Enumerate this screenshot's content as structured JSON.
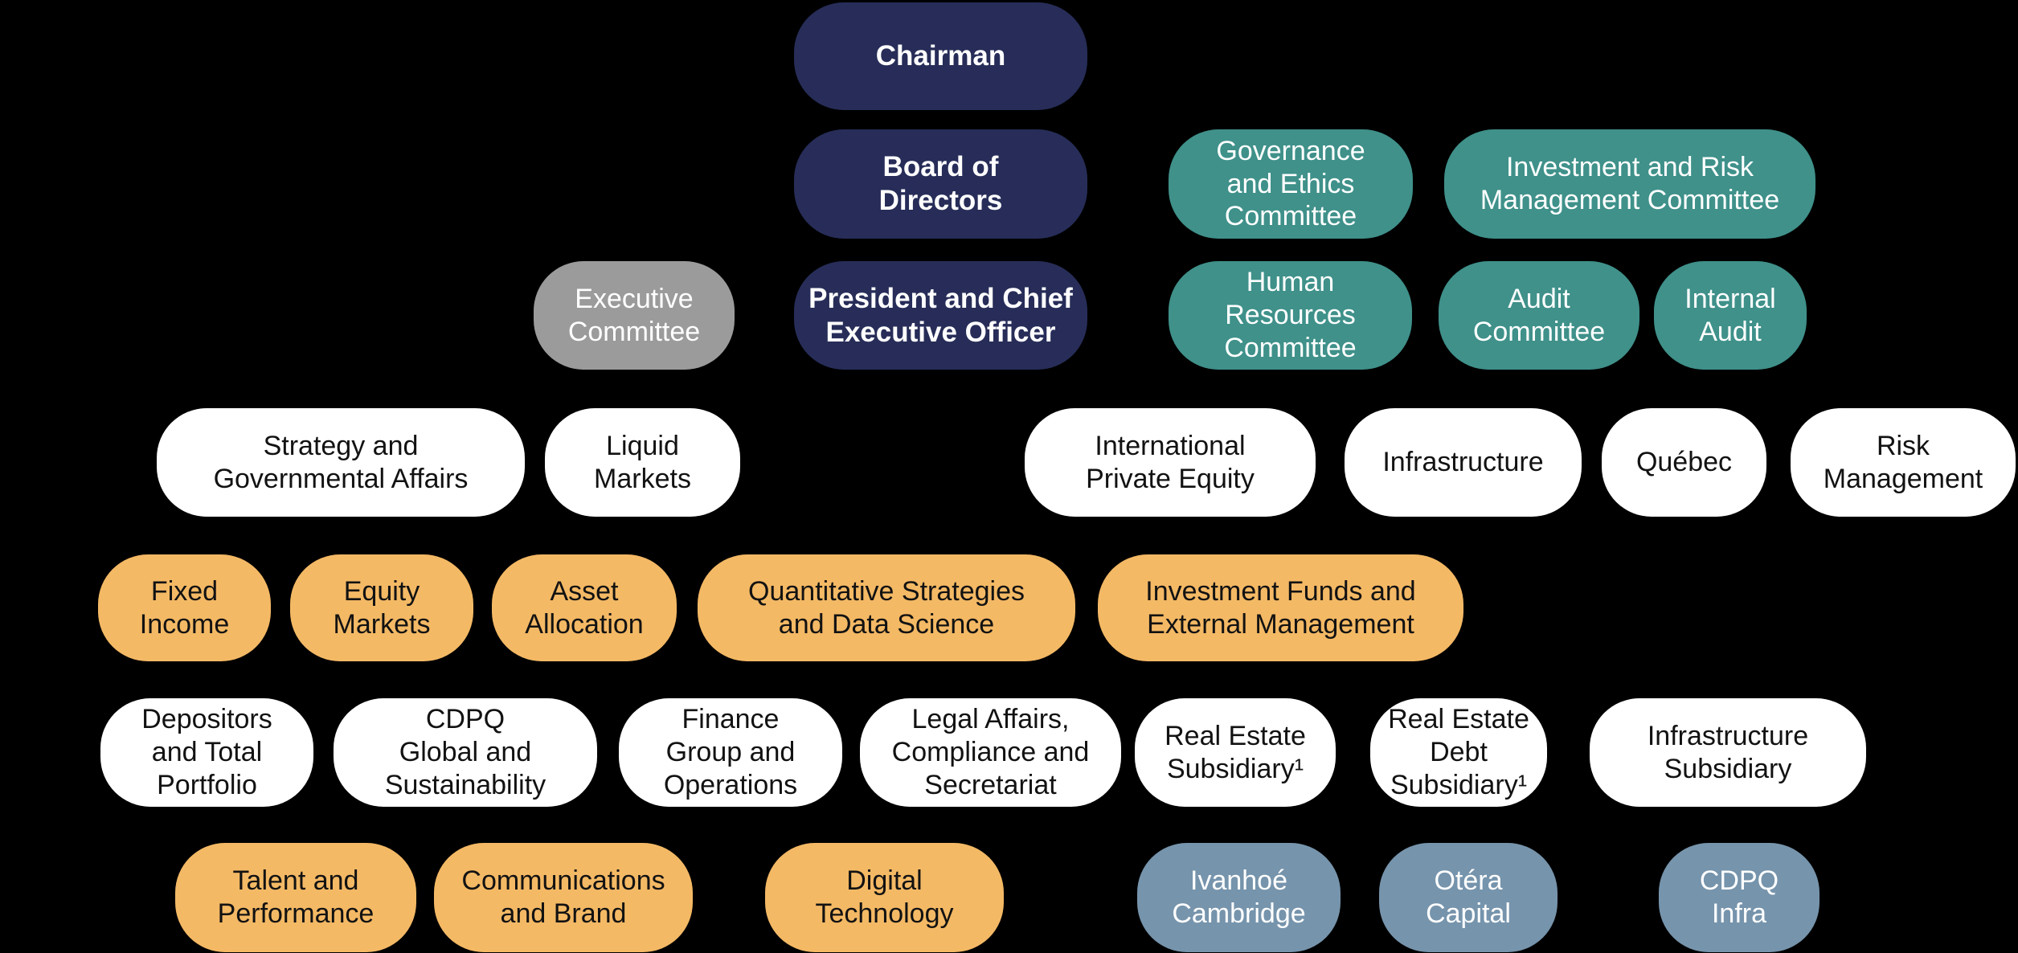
{
  "palette": {
    "background": "#000000",
    "navy": "#272D58",
    "teal": "#3F918A",
    "gray": "#9B9B9B",
    "white": "#FFFFFF",
    "orange": "#F4B965",
    "slate": "#7694AC",
    "text_dark": "#121212",
    "text_light": "#FFFFFF"
  },
  "rows": [
    {
      "items": [
        {
          "id": "chairman",
          "label": "Chairman",
          "variant": "navy"
        }
      ]
    },
    {
      "items": [
        {
          "id": "board-of-directors",
          "label": "Board of\nDirectors",
          "variant": "navy"
        },
        {
          "id": "governance-and-ethics-committee",
          "label": "Governance\nand Ethics\nCommittee",
          "variant": "teal"
        },
        {
          "id": "investment-and-risk-management-committee",
          "label": "Investment and Risk\nManagement Committee",
          "variant": "teal"
        }
      ]
    },
    {
      "items": [
        {
          "id": "executive-committee",
          "label": "Executive\nCommittee",
          "variant": "gray"
        },
        {
          "id": "president-and-ceo",
          "label": "President and Chief\nExecutive Officer",
          "variant": "navy"
        },
        {
          "id": "human-resources-committee",
          "label": "Human\nResources\nCommittee",
          "variant": "teal"
        },
        {
          "id": "audit-committee",
          "label": "Audit\nCommittee",
          "variant": "teal"
        },
        {
          "id": "internal-audit",
          "label": "Internal\nAudit",
          "variant": "teal"
        }
      ]
    },
    {
      "items": [
        {
          "id": "strategy-and-governmental-affairs",
          "label": "Strategy and\nGovernmental Affairs",
          "variant": "white"
        },
        {
          "id": "liquid-markets",
          "label": "Liquid\nMarkets",
          "variant": "white"
        },
        {
          "id": "international-private-equity",
          "label": "International\nPrivate Equity",
          "variant": "white"
        },
        {
          "id": "infrastructure",
          "label": "Infrastructure",
          "variant": "white"
        },
        {
          "id": "quebec",
          "label": "Québec",
          "variant": "white"
        },
        {
          "id": "risk-management",
          "label": "Risk\nManagement",
          "variant": "white"
        }
      ]
    },
    {
      "items": [
        {
          "id": "fixed-income",
          "label": "Fixed\nIncome",
          "variant": "orange"
        },
        {
          "id": "equity-markets",
          "label": "Equity\nMarkets",
          "variant": "orange"
        },
        {
          "id": "asset-allocation",
          "label": "Asset\nAllocation",
          "variant": "orange"
        },
        {
          "id": "quantitative-strategies-and-data-science",
          "label": "Quantitative Strategies\nand Data Science",
          "variant": "orange"
        },
        {
          "id": "investment-funds-and-external-management",
          "label": "Investment Funds and\nExternal Management",
          "variant": "orange"
        }
      ]
    },
    {
      "items": [
        {
          "id": "depositors-and-total-portfolio",
          "label": "Depositors\nand Total\nPortfolio",
          "variant": "white"
        },
        {
          "id": "cdpq-global-and-sustainability",
          "label": "CDPQ\nGlobal and\nSustainability",
          "variant": "white"
        },
        {
          "id": "finance-group-and-operations",
          "label": "Finance\nGroup and\nOperations",
          "variant": "white"
        },
        {
          "id": "legal-affairs-compliance-and-secretariat",
          "label": "Legal Affairs,\nCompliance and\nSecretariat",
          "variant": "white"
        },
        {
          "id": "real-estate-subsidiary",
          "label": "Real Estate\nSubsidiary¹",
          "variant": "white"
        },
        {
          "id": "real-estate-debt-subsidiary",
          "label": "Real Estate\nDebt\nSubsidiary¹",
          "variant": "white"
        },
        {
          "id": "infrastructure-subsidiary",
          "label": "Infrastructure\nSubsidiary",
          "variant": "white"
        }
      ]
    },
    {
      "items": [
        {
          "id": "talent-and-performance",
          "label": "Talent and\nPerformance",
          "variant": "orange"
        },
        {
          "id": "communications-and-brand",
          "label": "Communications\nand Brand",
          "variant": "orange"
        },
        {
          "id": "digital-technology",
          "label": "Digital\nTechnology",
          "variant": "orange"
        },
        {
          "id": "ivanhoe-cambridge",
          "label": "Ivanhoé\nCambridge",
          "variant": "slate"
        },
        {
          "id": "otera-capital",
          "label": "Otéra\nCapital",
          "variant": "slate"
        },
        {
          "id": "cdpq-infra",
          "label": "CDPQ\nInfra",
          "variant": "slate"
        }
      ]
    }
  ]
}
